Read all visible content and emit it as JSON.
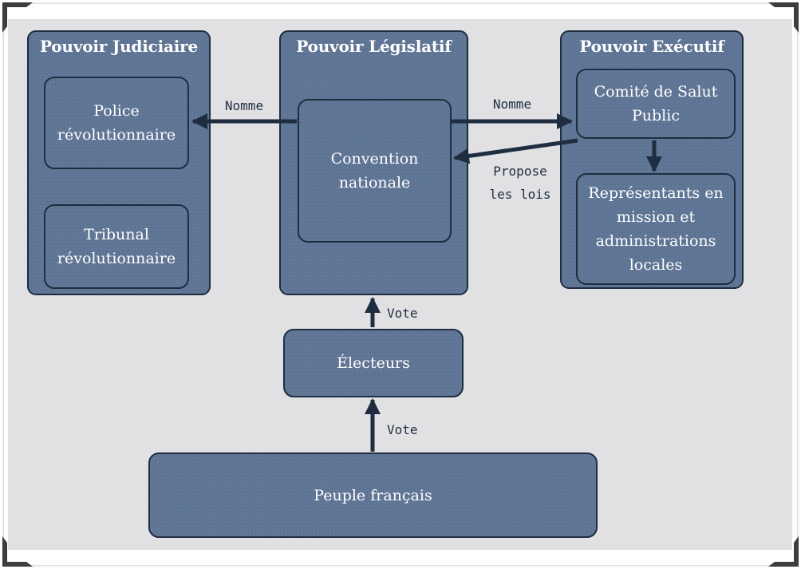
{
  "panels": {
    "judiciaire": {
      "title": "Pouvoir Judiciaire",
      "boxes": [
        "Police révolutionnaire",
        "Tribunal révolutionnaire"
      ]
    },
    "legislatif": {
      "title": "Pouvoir Législatif",
      "boxes": [
        "Convention nationale"
      ]
    },
    "executif": {
      "title": "Pouvoir Exécutif",
      "boxes": [
        "Comité de Salut Public",
        "Représentants en mission et administrations locales"
      ]
    }
  },
  "electeurs": "Électeurs",
  "peuple": "Peuple français",
  "arrow_labels": {
    "nomme_left": "Nomme",
    "nomme_right": "Nomme",
    "propose_1": "Propose",
    "propose_2": "les lois",
    "vote_top": "Vote",
    "vote_bottom": "Vote"
  },
  "colors": {
    "box_fill": "#5f7595",
    "box_border": "#1f2d40",
    "arrow": "#1f2d40",
    "background": "#e1e1e3"
  }
}
